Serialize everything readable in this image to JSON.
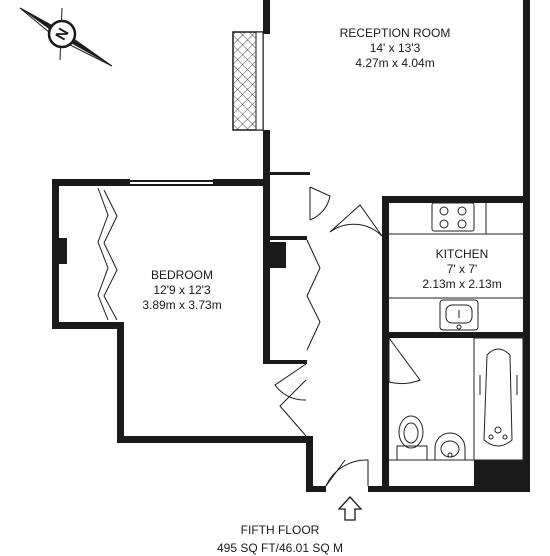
{
  "rooms": {
    "reception": {
      "name": "RECEPTION ROOM",
      "imperial": "14' x 13'3",
      "metric": "4.27m x 4.04m"
    },
    "kitchen": {
      "name": "KITCHEN",
      "imperial": "7' x 7'",
      "metric": "2.13m x 2.13m"
    },
    "bedroom": {
      "name": "BEDROOM",
      "imperial": "12'9 x 12'3",
      "metric": "3.89m x 3.73m"
    }
  },
  "footer": {
    "floor": "FIFTH FLOOR",
    "area": "495 SQ FT/46.01 SQ M"
  },
  "compass": {
    "letter": "N",
    "icon": "north-compass-icon"
  },
  "colors": {
    "wall": "#1a1a1a",
    "fixture_line": "#222222"
  }
}
